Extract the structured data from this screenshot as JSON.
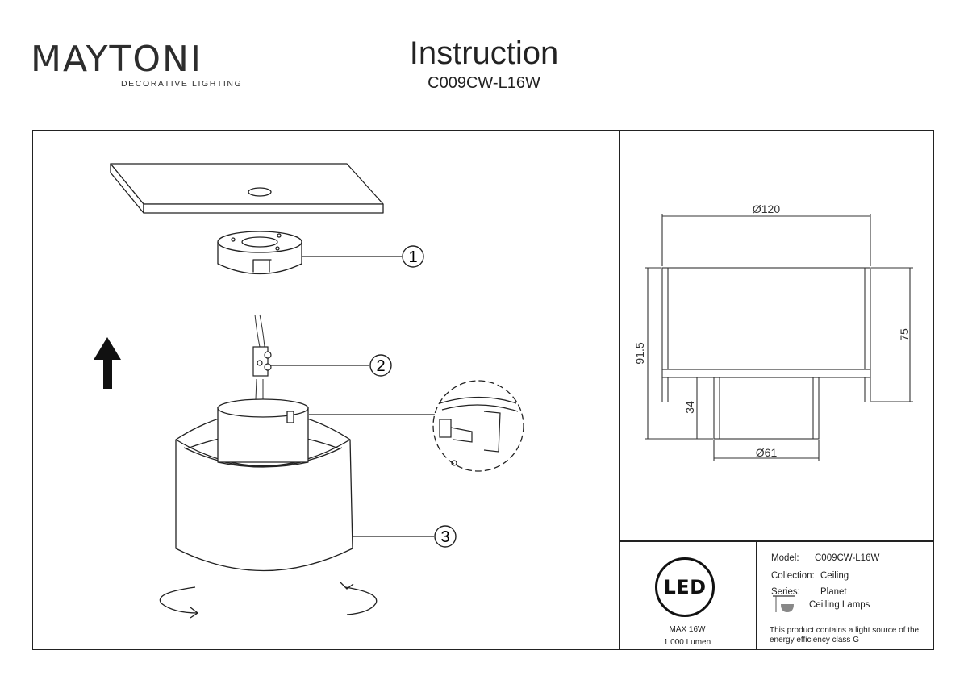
{
  "brand": {
    "name": "MAYTONI",
    "tagline": "DECORATIVE LIGHTING",
    "accent_color": "#7a3a8a"
  },
  "header": {
    "title": "Instruction",
    "model": "C009CW-L16W"
  },
  "assembly": {
    "callouts": [
      "1",
      "2",
      "3"
    ],
    "icons": [
      "up-arrow-icon",
      "rotate-left-arrow-icon",
      "rotate-right-arrow-icon"
    ]
  },
  "dimensions": {
    "outer_diameter": "Ø120",
    "inner_diameter": "Ø61",
    "total_height": "91.5",
    "shade_height": "75",
    "base_height": "34"
  },
  "footer": {
    "led_badge": "LED",
    "max_power": "MAX 16W",
    "lumen": "1 000 Lumen",
    "model_label": "Model:",
    "model_value": "C009CW-L16W",
    "collection_label": "Collection:",
    "collection_value": "Ceiling",
    "series_label": "Series:",
    "series_value": "Planet",
    "category": "Ceilling Lamps",
    "energy_line1": "This product contains a light source of the",
    "energy_line2": "energy efficiency class G"
  }
}
